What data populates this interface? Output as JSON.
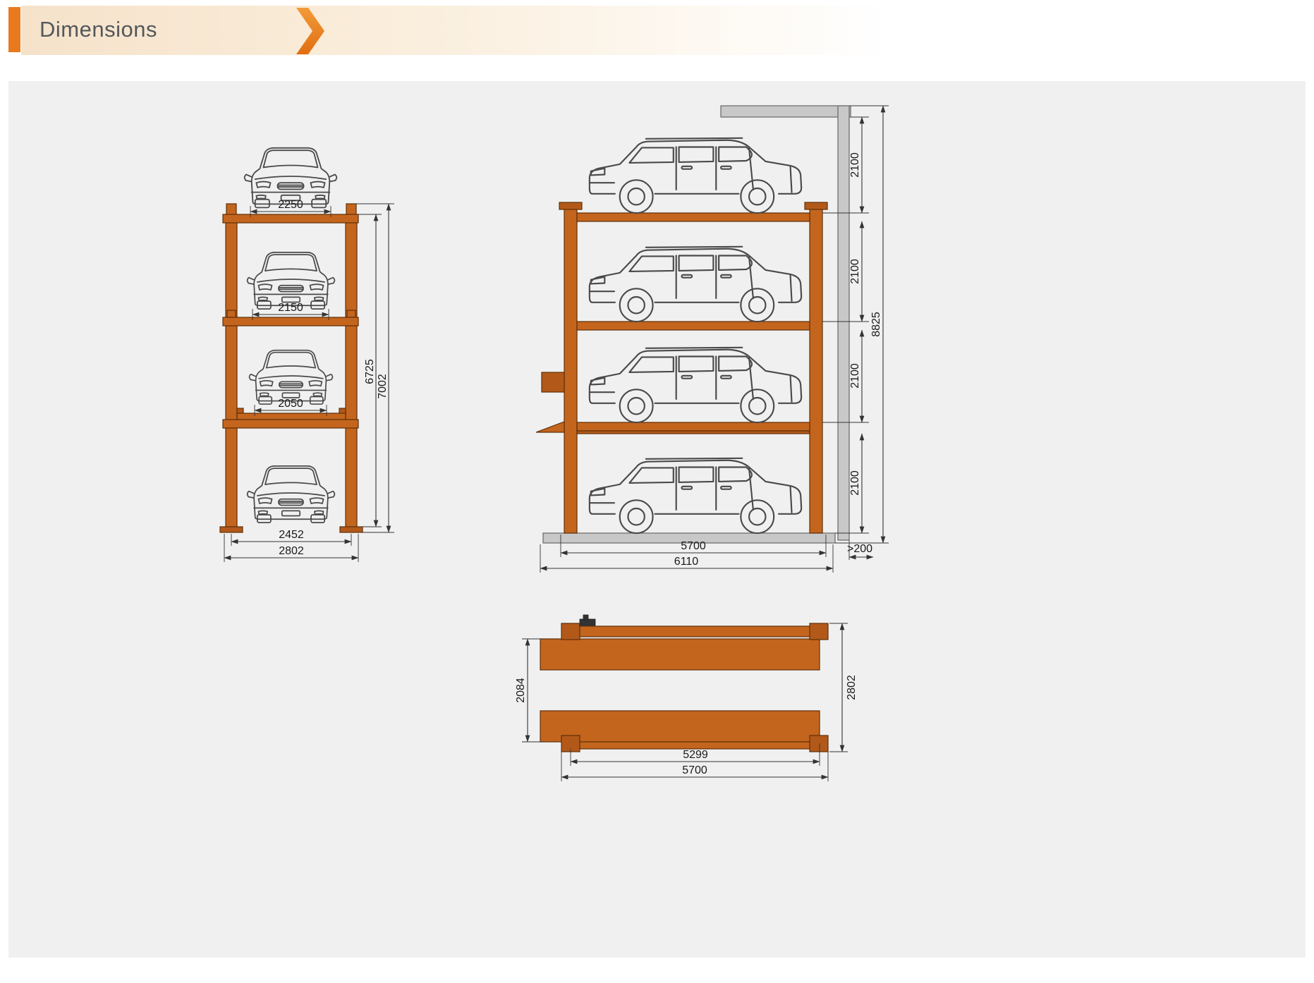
{
  "header": {
    "title": "Dimensions",
    "chevron_icon": "chevron-right"
  },
  "colors": {
    "accent_orange": "#E8791C",
    "structure_orange": "#C4651E",
    "steel_gray": "#C8C8C8",
    "dimension_line": "#333333",
    "panel_background": "#F0F0F0"
  },
  "front_view": {
    "label": "front-elevation",
    "dims": {
      "top_platform_width": "2250",
      "mid_platform_width": "2150",
      "lower_platform_width": "2050",
      "structure_height": "6725",
      "total_height": "7002",
      "inner_width": "2452",
      "total_width": "2802"
    }
  },
  "side_view": {
    "label": "side-elevation",
    "dims": {
      "level_clearance": "2100",
      "total_height": "8825",
      "platform_length": "5700",
      "total_length": "6110",
      "wall_clearance": "&gt;200"
    }
  },
  "plan_view": {
    "label": "plan-view",
    "dims": {
      "track_span": "2084",
      "total_width": "2802",
      "usable_length": "5299",
      "total_length": "5700"
    }
  }
}
